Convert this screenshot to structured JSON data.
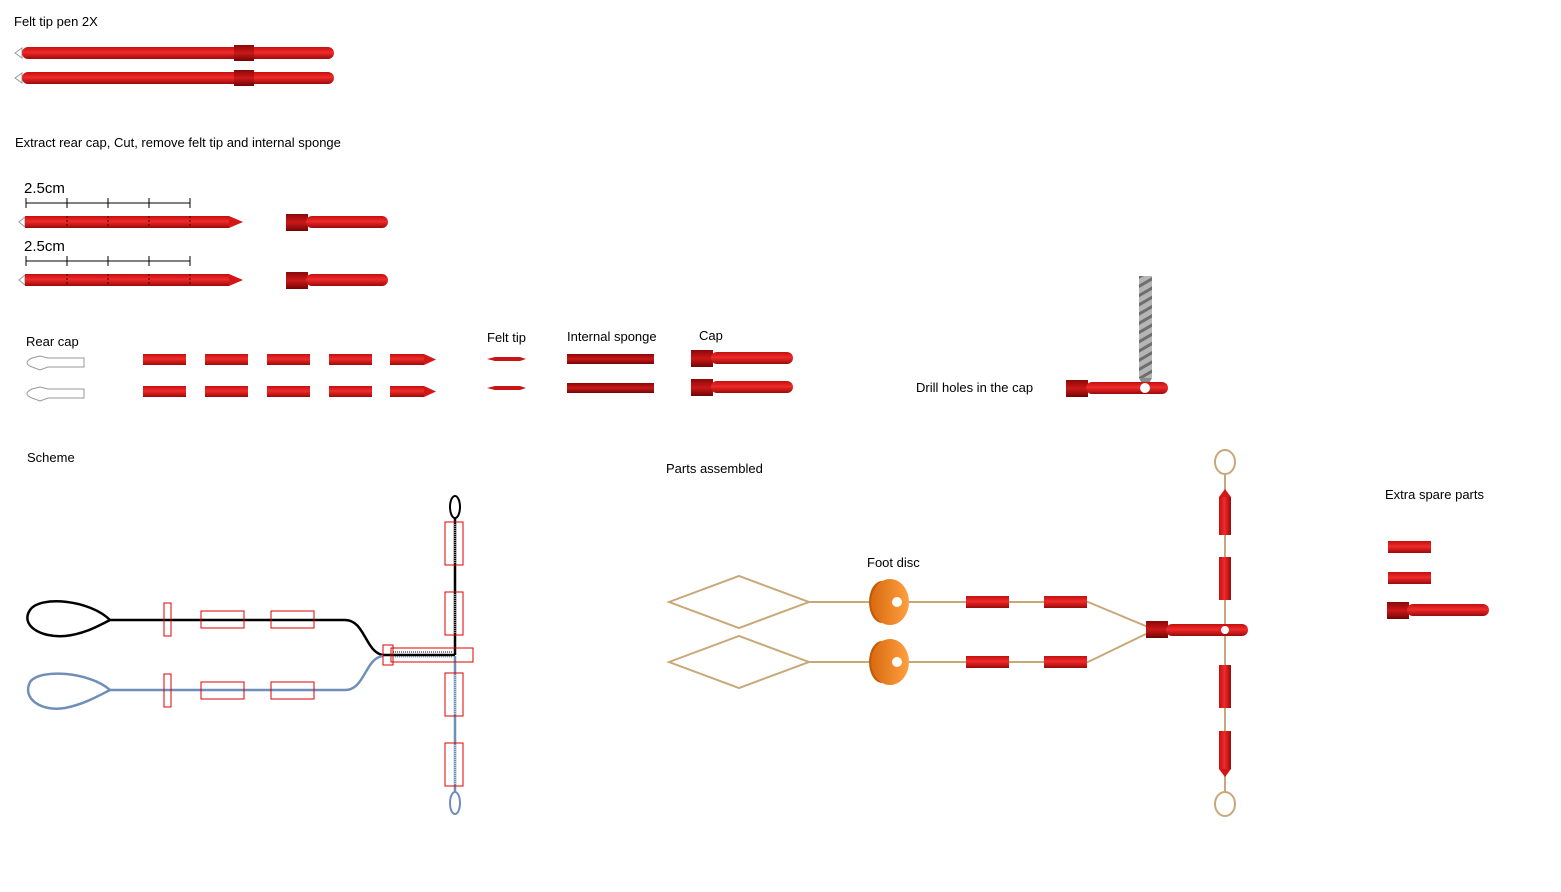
{
  "labels": {
    "felt_tip_pen": "Felt tip pen 2X",
    "extract": "Extract rear cap, Cut, remove felt tip and internal sponge",
    "measure": "2.5cm",
    "rear_cap": "Rear cap",
    "felt_tip": "Felt tip",
    "internal_sponge": "Internal sponge",
    "cap": "Cap",
    "drill": "Drill holes in the cap",
    "scheme": "Scheme",
    "parts_assembled": "Parts assembled",
    "foot_disc": "Foot disc",
    "extra_spare": "Extra spare parts"
  },
  "colors": {
    "pen_red": "#e01a1a",
    "pen_dark": "#a00c0c",
    "cord_tan": "#c8a778",
    "scheme_black": "#000000",
    "scheme_blue": "#6f8fb8",
    "disc_orange": "#f58a2a",
    "drill_gray": "#8a8a8a"
  }
}
